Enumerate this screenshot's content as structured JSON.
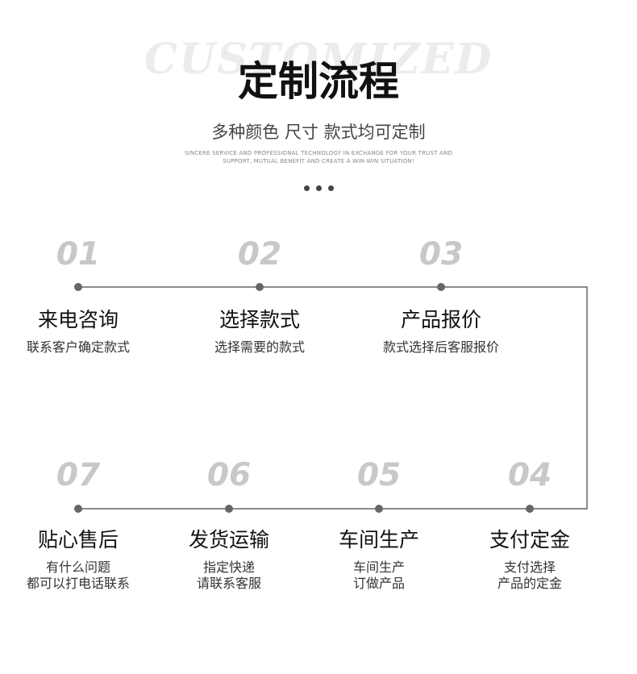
{
  "header": {
    "bg_word": "CUSTOMIZED",
    "title": "定制流程",
    "subtitle": "多种颜色 尺寸 款式均可定制",
    "tagline_line1": "SINCERE SERVICE AND PROFESSIONAL TECHNOLOGY IN EXCHANGE FOR YOUR TRUST AND",
    "tagline_line2": "SUPPORT, MUTUAL BENEFIT AND CREATE A WIN-WIN SITUATION!"
  },
  "steps": [
    {
      "num": "01",
      "title": "来电咨询",
      "desc1": "联系客户确定款式",
      "desc2": ""
    },
    {
      "num": "02",
      "title": "选择款式",
      "desc1": "选择需要的款式",
      "desc2": ""
    },
    {
      "num": "03",
      "title": "产品报价",
      "desc1": "款式选择后客服报价",
      "desc2": ""
    },
    {
      "num": "04",
      "title": "支付定金",
      "desc1": "支付选择",
      "desc2": "产品的定金"
    },
    {
      "num": "05",
      "title": "车间生产",
      "desc1": "车间生产",
      "desc2": "订做产品"
    },
    {
      "num": "06",
      "title": "发货运输",
      "desc1": "指定快递",
      "desc2": "请联系客服"
    },
    {
      "num": "07",
      "title": "贴心售后",
      "desc1": "有什么问题",
      "desc2": "都可以打电话联系"
    }
  ],
  "colors": {
    "line": "#444444",
    "dot": "#666666",
    "number": "#c8c8c8"
  }
}
